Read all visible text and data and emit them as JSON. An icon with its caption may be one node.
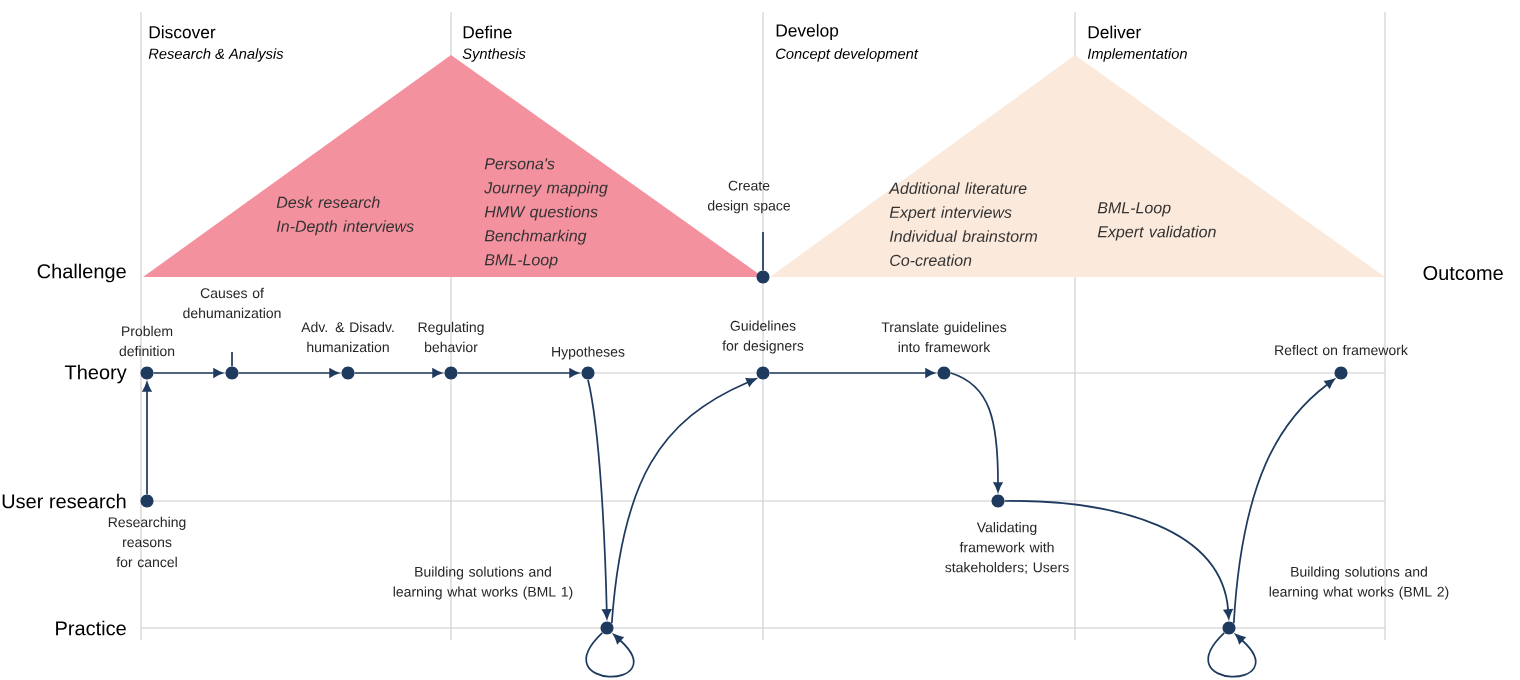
{
  "diagram": {
    "nodes": [
      {
        "text": [
          "Desk research In-Depth interviews",
          "Persona's Journey mapping HMW questions Benchmarking BML-Loop"
        ]
      },
      {
        "text": [
          "Additional literature Expert interviews Individual brainstorm Co-creation",
          "BML-Loop Expert validation"
        ]
      },
      {
        "text": [],
        "shape": "circle",
        "beside": [
          "Problem definition"
        ]
      },
      {
        "text": [],
        "shape": "circle"
      },
      {
        "text": [],
        "shape": "circle",
        "beside": [
          "Adv. & Disadv. humanization"
        ]
      },
      {
        "text": [],
        "shape": "circle",
        "beside": [
          "Regulating behavior"
        ]
      },
      {
        "text": [],
        "shape": "circle",
        "beside": [
          "Hypotheses"
        ]
      },
      {
        "text": [],
        "shape": "circle",
        "beside": [
          "Guidelines for designers"
        ]
      },
      {
        "text": [],
        "shape": "circle",
        "beside": [
          "Translate guidelines into framework"
        ]
      },
      {
        "text": [],
        "shape": "circle",
        "beside": [
          "Reflect on framework"
        ]
      },
      {
        "text": [],
        "shape": "circle",
        "beside": [
          "Researching reasons for cancel"
        ]
      },
      {
        "text": [],
        "shape": "circle",
        "beside": [
          "Validating framework with stakeholders; Users"
        ]
      },
      {
        "text": [],
        "shape": "circle",
        "beside": [
          "Building solutions and learning what works (BML 1)"
        ]
      },
      {
        "text": [],
        "shape": "circle",
        "beside": [
          "Building solutions and learning what works (BML 2)"
        ]
      },
      {
        "text": [],
        "shape": "circle"
      }
    ],
    "edges": [
      {
        "from": 10,
        "to": 2,
        "arrow": "to"
      },
      {
        "from": 2,
        "to": 3,
        "arrow": "to"
      },
      {
        "from": 3,
        "to": 4,
        "arrow": "to"
      },
      {
        "from": 4,
        "to": 5,
        "arrow": "to"
      },
      {
        "from": 5,
        "to": 6,
        "arrow": "to"
      },
      {
        "from": 6,
        "to": 12,
        "arrow": "to"
      },
      {
        "from": 12,
        "to": 12,
        "arrow": "to"
      },
      {
        "from": 12,
        "to": 7,
        "arrow": "to"
      },
      {
        "from": 7,
        "to": 8,
        "arrow": "to"
      },
      {
        "from": 8,
        "to": 11,
        "arrow": "to"
      },
      {
        "from": 11,
        "to": 13,
        "arrow": "to"
      },
      {
        "from": 13,
        "to": 13,
        "arrow": "to"
      },
      {
        "from": 13,
        "to": 9,
        "arrow": "to"
      }
    ],
    "labels": [
      "Discover",
      "Research & Analysis",
      "Define",
      "Synthesis",
      "Develop",
      "Concept development",
      "Deliver",
      "Implementation",
      "Challenge",
      "Outcome",
      "Theory",
      "User research",
      "Practice",
      "Causes of dehumanization",
      "Create design space"
    ]
  }
}
